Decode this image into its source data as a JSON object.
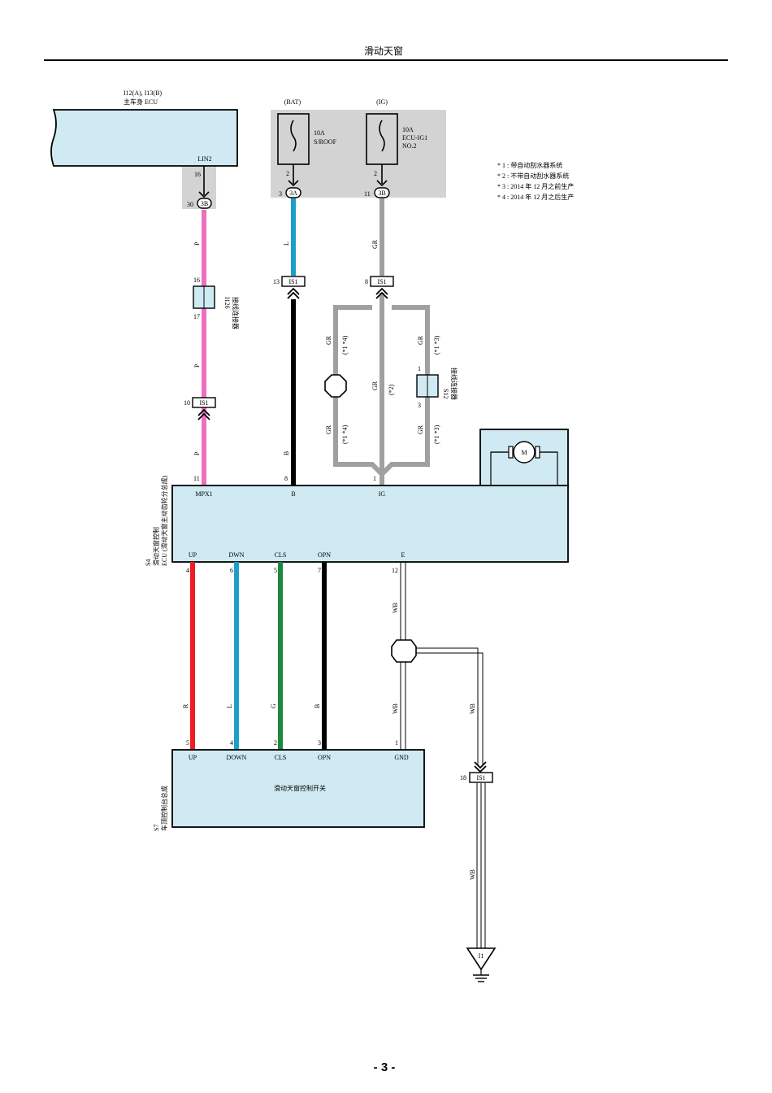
{
  "page": {
    "title": "滑动天窗",
    "page_number": "- 3 -"
  },
  "colors": {
    "pink": "#ee6fc0",
    "blue": "#1b9ec8",
    "black": "#000000",
    "gray": "#a0a0a0",
    "red": "#ee1c24",
    "green": "#1a8a3c",
    "box_fill": "#cfeaf2",
    "shade": "#d3d3d3"
  },
  "notes": [
    "* 1 : 带自动刮水器系统",
    "* 2 : 不带自动刮水器系统",
    "* 3 : 2014 年 12 月之前生产",
    "* 4 : 2014 年 12 月之后生产"
  ],
  "components": {
    "main_body_ecu": {
      "id": "I12(A), I13(B)",
      "name": "主车身 ECU",
      "pin_label": "LIN2",
      "pin_no": "16"
    },
    "fuse_bat": {
      "supply": "(BAT)",
      "rating": "10A",
      "name": "S/ROOF",
      "pin": "2"
    },
    "fuse_ig": {
      "supply": "(IG)",
      "rating": "10A",
      "name1": "ECU-IG1",
      "name2": "NO.2",
      "pin": "2"
    },
    "ecu": {
      "id": "S4",
      "name1": "滑动天窗控制",
      "name2": "ECU (滑动天窗主动齿轮分总成)",
      "top_pins": [
        {
          "label": "MPX1",
          "no": "11"
        },
        {
          "label": "B",
          "no": "8"
        },
        {
          "label": "IG",
          "no": "1"
        }
      ],
      "bottom_pins": [
        {
          "label": "UP",
          "no": "4"
        },
        {
          "label": "DWN",
          "no": "6"
        },
        {
          "label": "CLS",
          "no": "5"
        },
        {
          "label": "OPN",
          "no": "7"
        },
        {
          "label": "E",
          "no": "12"
        }
      ],
      "motor": "M"
    },
    "switch": {
      "id": "S7",
      "name1": "车顶控制台总成",
      "inner": "滑动天窗控制开关",
      "pins": [
        {
          "label": "UP",
          "no": "5"
        },
        {
          "label": "DOWN",
          "no": "4"
        },
        {
          "label": "CLS",
          "no": "2"
        },
        {
          "label": "OPN",
          "no": "3"
        },
        {
          "label": "GND",
          "no": "1"
        }
      ]
    },
    "jc_i126": {
      "id": "I126",
      "name": "接线连接器",
      "pin_top": "16",
      "pin_bot": "17"
    },
    "jc_s12": {
      "id": "S12",
      "name": "接线连接器",
      "pin_top": "1",
      "pin_bot": "3"
    },
    "ground": {
      "id": "I1"
    }
  },
  "connectors": {
    "c30": {
      "pin": "30",
      "code": "3B"
    },
    "c3": {
      "pin": "3",
      "code": "3A"
    },
    "c11": {
      "pin": "11",
      "code": "3B"
    },
    "is1_10": {
      "pin": "10",
      "code": "IS1"
    },
    "is1_13": {
      "pin": "13",
      "code": "IS1"
    },
    "is1_8": {
      "pin": "8",
      "code": "IS1"
    },
    "is1_18": {
      "pin": "18",
      "code": "IS1"
    }
  },
  "wires": {
    "p": "P",
    "l": "L",
    "gr": "GR",
    "b": "B",
    "r": "R",
    "g": "G",
    "wb": "WB",
    "note_14": "(*1 *4)",
    "note_2": "(*2)",
    "note_13": "(*1 *3)"
  }
}
